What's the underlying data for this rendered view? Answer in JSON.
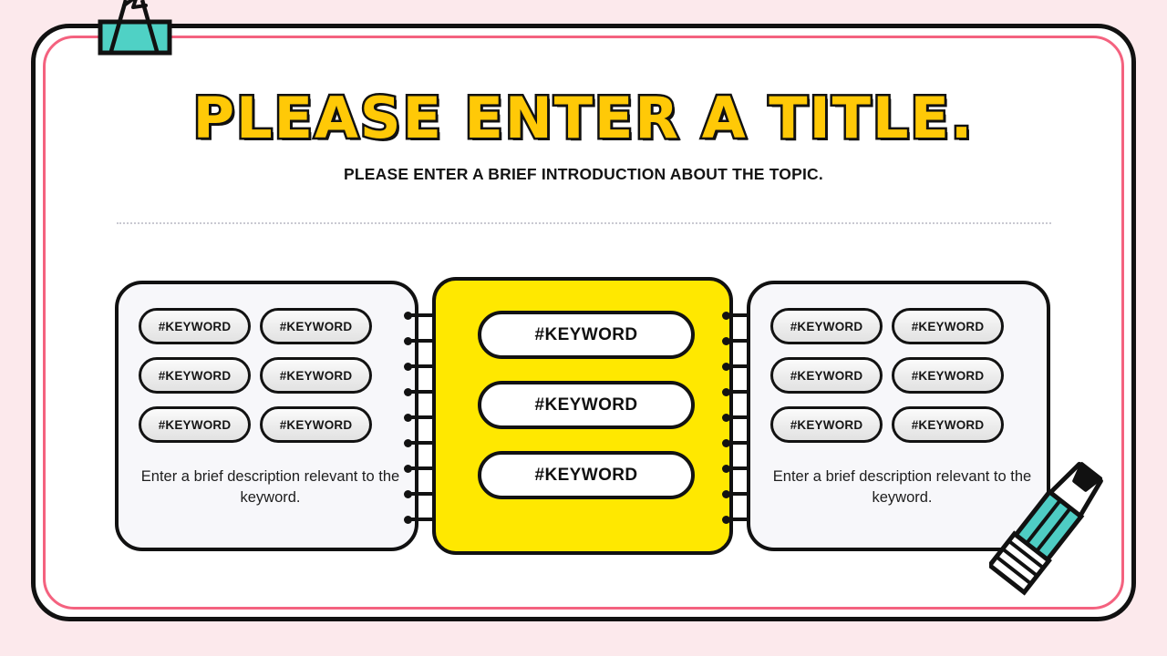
{
  "theme": {
    "page_background": "#fce9ec",
    "frame_outline": "#111111",
    "frame_accent": "#f4627f",
    "accent_yellow": "#ffe800",
    "title_yellow": "#ffc907",
    "panel_background": "#f7f7fa",
    "pencil_body": "#4ecdc4",
    "clip_color": "#4fd1c5"
  },
  "header": {
    "title": "PLEASE ENTER A TITLE.",
    "subtitle": "PLEASE ENTER A BRIEF INTRODUCTION ABOUT THE TOPIC."
  },
  "panels": {
    "left": {
      "keywords": [
        "#KEYWORD",
        "#KEYWORD",
        "#KEYWORD",
        "#KEYWORD",
        "#KEYWORD",
        "#KEYWORD"
      ],
      "description": "Enter a brief description relevant to the keyword."
    },
    "center": {
      "keywords": [
        "#KEYWORD",
        "#KEYWORD",
        "#KEYWORD"
      ]
    },
    "right": {
      "keywords": [
        "#KEYWORD",
        "#KEYWORD",
        "#KEYWORD",
        "#KEYWORD",
        "#KEYWORD",
        "#KEYWORD"
      ],
      "description": "Enter a brief description relevant to the keyword."
    }
  },
  "decorations": {
    "binder_clip": "binder-clip-icon",
    "pencil": "pencil-icon",
    "spiral_ring_count": 9
  }
}
